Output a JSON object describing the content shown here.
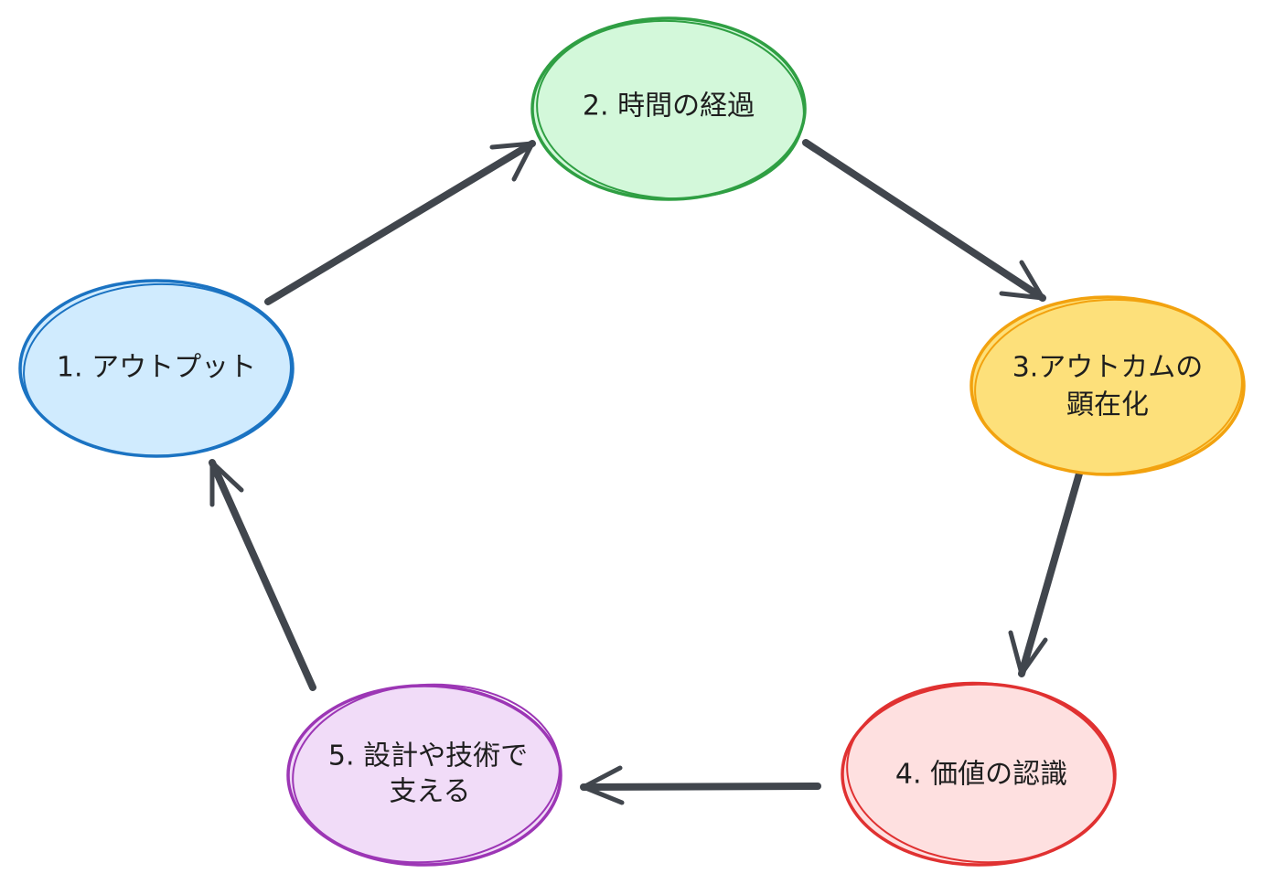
{
  "nodes": [
    {
      "id": "output",
      "lines": [
        "1. アウトプット"
      ],
      "fill": "#d0ebfe",
      "stroke": "#1b73c2"
    },
    {
      "id": "time",
      "lines": [
        "2. 時間の経過"
      ],
      "fill": "#d3f8da",
      "stroke": "#2f9f43"
    },
    {
      "id": "outcome",
      "lines": [
        "3.アウトカムの",
        "顕在化"
      ],
      "fill": "#fde07a",
      "stroke": "#f2a20f"
    },
    {
      "id": "value",
      "lines": [
        "4. 価値の認識"
      ],
      "fill": "#fee0e0",
      "stroke": "#e03131"
    },
    {
      "id": "design",
      "lines": [
        "5. 設計や技術で",
        "支える"
      ],
      "fill": "#f1dcf8",
      "stroke": "#9c36b5"
    }
  ],
  "edges": [
    {
      "from": "output",
      "to": "time"
    },
    {
      "from": "time",
      "to": "outcome"
    },
    {
      "from": "outcome",
      "to": "value"
    },
    {
      "from": "value",
      "to": "design"
    },
    {
      "from": "design",
      "to": "output"
    }
  ],
  "colors": {
    "arrow": "#41464d",
    "text": "#1e1e1e"
  }
}
